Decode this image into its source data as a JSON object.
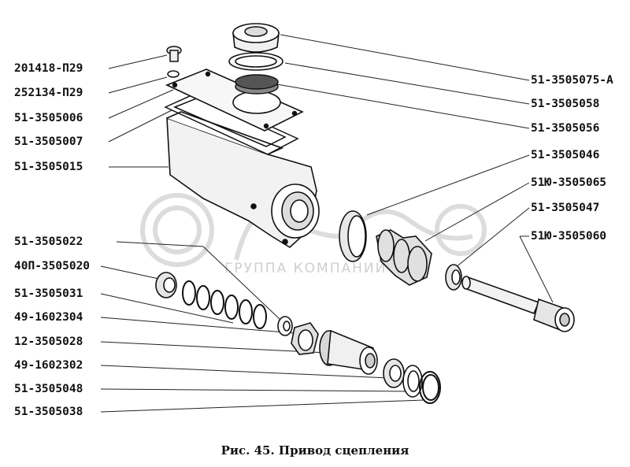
{
  "labels_left": [
    {
      "id": "l1",
      "text": "201418-П29"
    },
    {
      "id": "l2",
      "text": "252134-П29"
    },
    {
      "id": "l3",
      "text": "51-3505006"
    },
    {
      "id": "l4",
      "text": "51-3505007"
    },
    {
      "id": "l5",
      "text": "51-3505015"
    },
    {
      "id": "l6",
      "text": "51-3505022"
    },
    {
      "id": "l7",
      "text": "40П-3505020"
    },
    {
      "id": "l8",
      "text": "51-3505031"
    },
    {
      "id": "l9",
      "text": "49-1602304"
    },
    {
      "id": "l10",
      "text": "12-3505028"
    },
    {
      "id": "l11",
      "text": "49-1602302"
    },
    {
      "id": "l12",
      "text": "51-3505048"
    },
    {
      "id": "l13",
      "text": "51-3505038"
    }
  ],
  "labels_right": [
    {
      "id": "r1",
      "text": "51-3505075-А"
    },
    {
      "id": "r2",
      "text": "51-3505058"
    },
    {
      "id": "r3",
      "text": "51-3505056"
    },
    {
      "id": "r4",
      "text": "51-3505046"
    },
    {
      "id": "r5",
      "text": "51Ю-3505065"
    },
    {
      "id": "r6",
      "text": "51-3505047"
    },
    {
      "id": "r7",
      "text": "51Ю-3505060"
    }
  ],
  "caption": "Рис. 45. Привод сцепления",
  "watermark": "ГРУППА КОМПАНИЙ",
  "colors": {
    "ink": "#111111",
    "watermark": "#d8d8d8"
  }
}
